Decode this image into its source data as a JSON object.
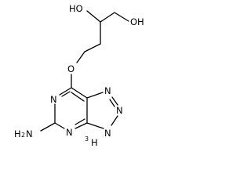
{
  "atoms": {
    "oh_top": "HO",
    "oh_right": "OH",
    "ether_o": "O",
    "n_ring_left": "N",
    "n_ring_bottom": "N",
    "n_triazole_top": "N",
    "n_triazole_right": "N",
    "nh_triazole": "H",
    "nh_triazole_n": "N",
    "nh_triazole_sub": "3",
    "amine_h": "H",
    "amine_sub": "2",
    "amine_n": "N"
  }
}
